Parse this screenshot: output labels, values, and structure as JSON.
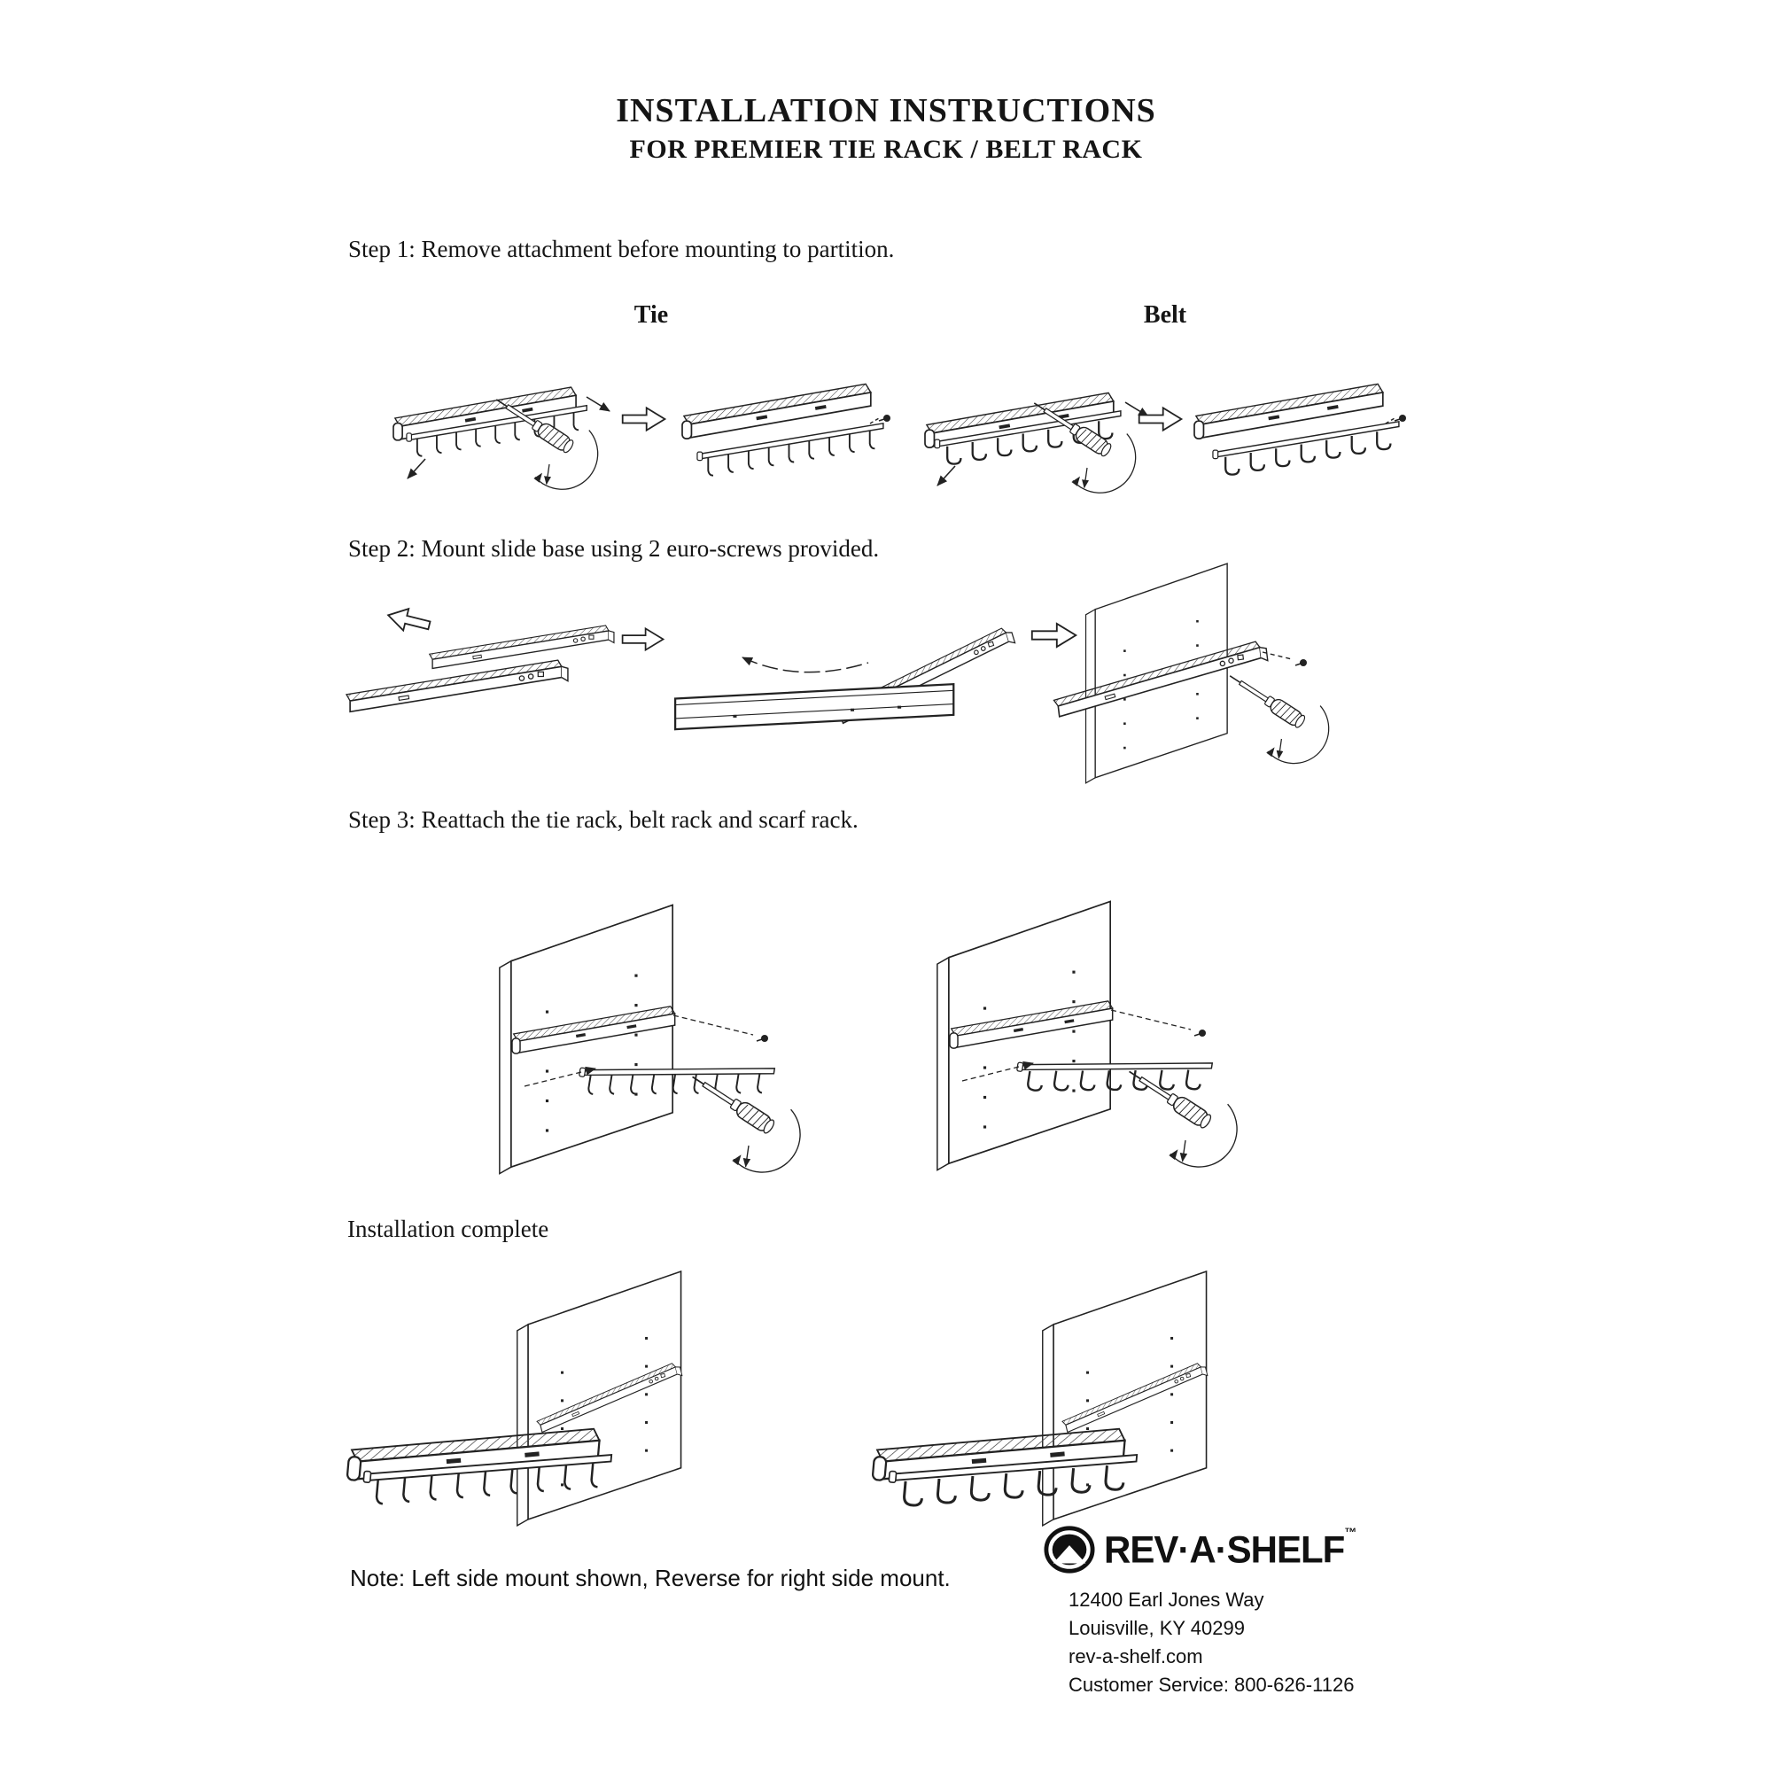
{
  "doc": {
    "title": "INSTALLATION INSTRUCTIONS",
    "subtitle": "FOR PREMIER TIE RACK / BELT RACK",
    "step1": "Step 1: Remove attachment before mounting to partition.",
    "step2": "Step 2: Mount slide base using 2 euro-screws provided.",
    "step3": "Step 3: Reattach the tie rack, belt rack and scarf rack.",
    "tie_label": "Tie",
    "belt_label": "Belt",
    "complete": "Installation complete",
    "note": "Note: Left side mount shown, Reverse for right side mount."
  },
  "footer": {
    "brand": "REV·A·SHELF",
    "trademark": "™",
    "address1": "12400 Earl Jones Way",
    "address2": "Louisville, KY 40299",
    "website": "rev-a-shelf.com",
    "customer_service": "Customer Service: 800-626-1126"
  },
  "colors": {
    "ink": "#151515",
    "paper": "#ffffff"
  }
}
